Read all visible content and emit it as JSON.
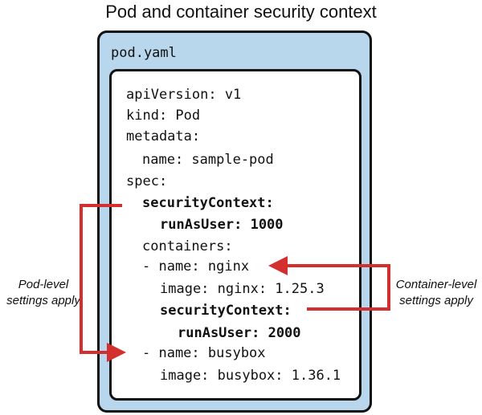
{
  "title": "Pod and container security context",
  "file_name": "pod.yaml",
  "code": {
    "l1": "apiVersion: v1",
    "l2": "kind: Pod",
    "l3": "metadata:",
    "l4": "name: sample-pod",
    "l5": "spec:",
    "l6": "securityContext:",
    "l7": "runAsUser: 1000",
    "l8": "containers:",
    "l9": "- name: nginx",
    "l10": "image: nginx: 1.25.3",
    "l11": "securityContext:",
    "l12": "runAsUser: 2000",
    "l13": "- name: busybox",
    "l14": "image: busybox: 1.36.1"
  },
  "annotations": {
    "pod_level_1": "Pod-level",
    "pod_level_2": "settings apply",
    "container_level_1": "Container-level",
    "container_level_2": "settings apply"
  },
  "colors": {
    "arrow": "#d32f2f",
    "file_background": "#b8d6ec"
  }
}
